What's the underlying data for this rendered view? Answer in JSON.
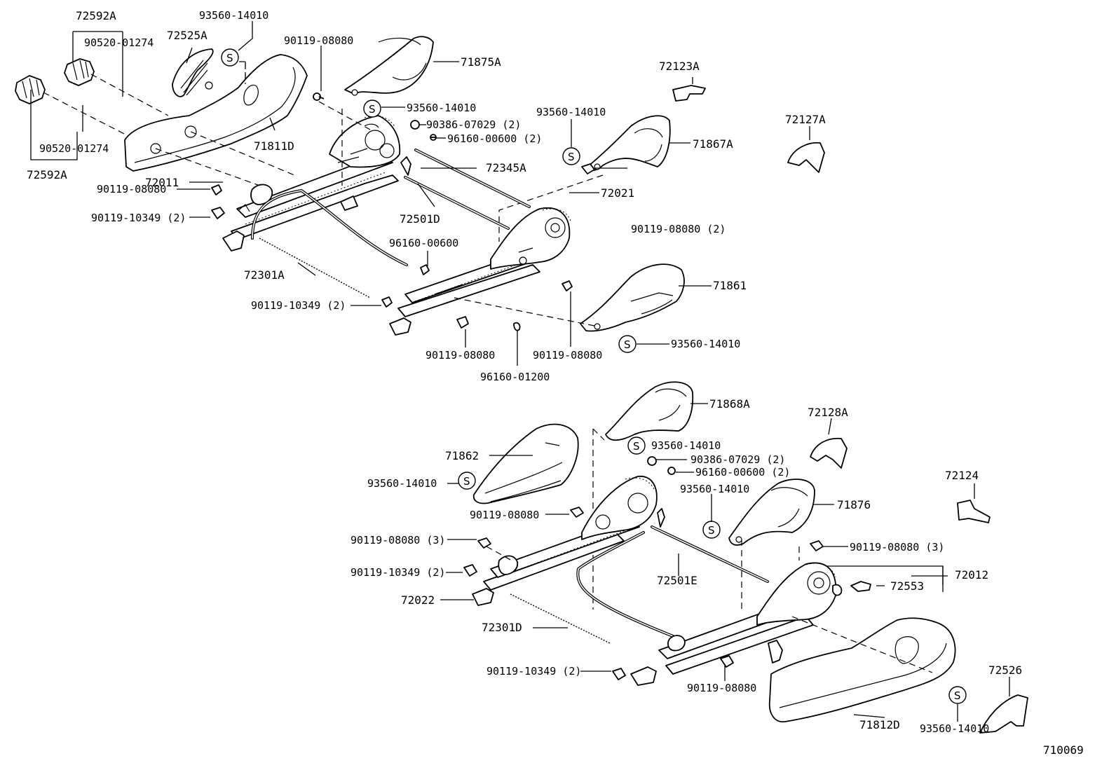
{
  "diagram_id": "710069",
  "labels": {
    "p72592A_top": "72592A",
    "p90520_top": "90520-01274",
    "p72525A": "72525A",
    "p93560_top": "93560-14010",
    "p90119_08080_top": "90119-08080",
    "p71875A": "71875A",
    "p93560_b": "93560-14010",
    "p90386_a": "90386-07029 (2)",
    "p96160_00600_a": "96160-00600 (2)",
    "p72123A": "72123A",
    "p93560_c": "93560-14010",
    "p72127A": "72127A",
    "p71867A": "71867A",
    "p72345A": "72345A",
    "p71811D": "71811D",
    "p90520_bot": "90520-01274",
    "p72592A_bot": "72592A",
    "p90119_08080_left": "90119-08080",
    "p90119_10349_left": "90119-10349 (2)",
    "p72011": "72011",
    "p72501D": "72501D",
    "p90119_08080_2": "90119-08080 (2)",
    "p96160_00600_mid": "96160-00600",
    "p72021": "72021",
    "p72301A": "72301A",
    "p71861": "71861",
    "p90119_10349_mid": "90119-10349 (2)",
    "p93560_d": "93560-14010",
    "p90119_08080_m1": "90119-08080",
    "p90119_08080_m2": "90119-08080",
    "p96160_01200": "96160-01200",
    "p71868A": "71868A",
    "p72128A": "72128A",
    "p71862": "71862",
    "p93560_e": "93560-14010",
    "p90386_b": "90386-07029 (2)",
    "p96160_00600_b": "96160-00600 (2)",
    "p93560_f": "93560-14010",
    "p93560_g": "93560-14010",
    "p72124": "72124",
    "p71876": "71876",
    "p90119_08080_l2": "90119-08080",
    "p90119_08080_3a": "90119-08080 (3)",
    "p90119_08080_3b": "90119-08080 (3)",
    "p90119_10349_l2": "90119-10349 (2)",
    "p72012": "72012",
    "p72553": "72553",
    "p72501E": "72501E",
    "p72022": "72022",
    "p72301D": "72301D",
    "p90119_10349_b": "90119-10349 (2)",
    "p90119_08080_b": "90119-08080",
    "p72526": "72526",
    "p71812D": "71812D",
    "p93560_h": "93560-14010"
  },
  "symbols": {
    "screw_marker": "S"
  }
}
